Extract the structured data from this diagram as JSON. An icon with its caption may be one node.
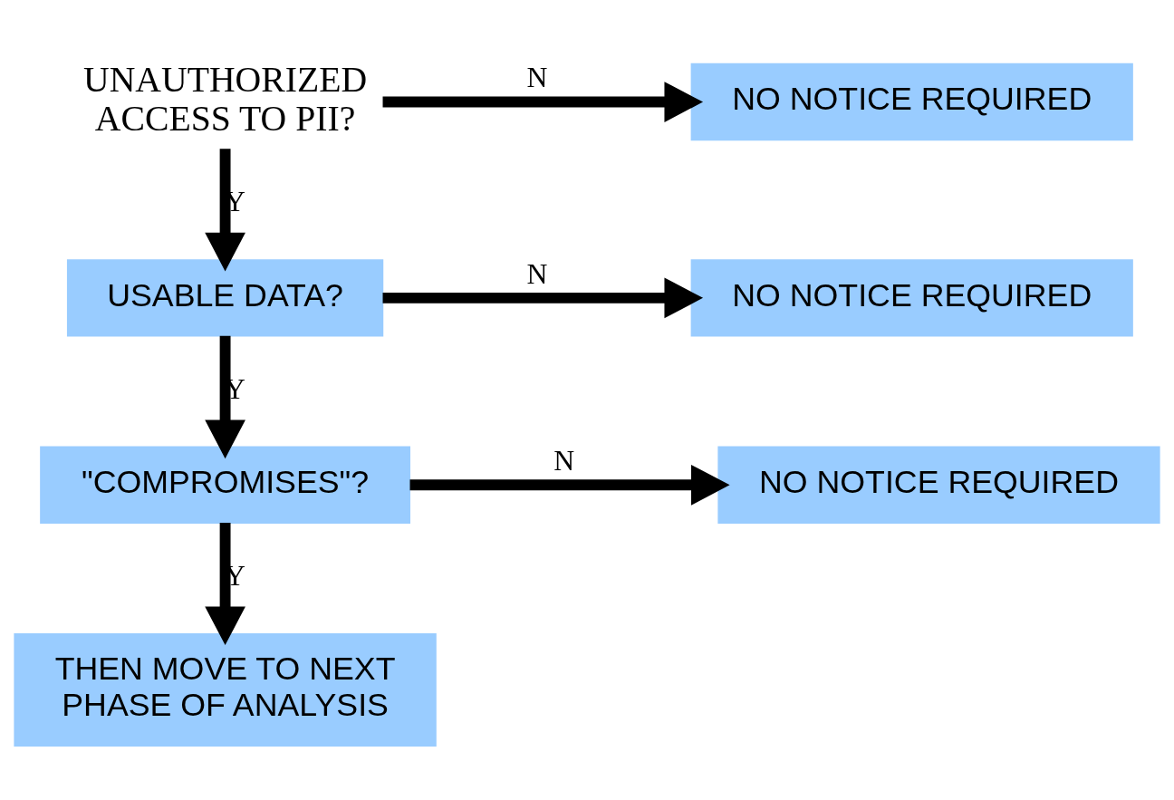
{
  "diagram": {
    "nodes": [
      {
        "text": [
          "UNAUTHORIZED ACCESS TO PII?"
        ]
      },
      {
        "text": [
          "NO NOTICE REQUIRED"
        ]
      },
      {
        "text": [
          "USABLE DATA?"
        ]
      },
      {
        "text": [
          "NO NOTICE REQUIRED"
        ]
      },
      {
        "text": [
          "\"COMPROMISES\"?"
        ]
      },
      {
        "text": [
          "NO NOTICE REQUIRED"
        ]
      },
      {
        "text": [
          "THEN MOVE TO NEXT PHASE OF ANALYSIS"
        ]
      }
    ],
    "edges": [
      {
        "from": 0,
        "to": 1,
        "arrow": "to",
        "label": "N"
      },
      {
        "from": 0,
        "to": 2,
        "arrow": "to",
        "label": "Y"
      },
      {
        "from": 2,
        "to": 3,
        "arrow": "to",
        "label": "N"
      },
      {
        "from": 2,
        "to": 4,
        "arrow": "to",
        "label": "Y"
      },
      {
        "from": 4,
        "to": 5,
        "arrow": "to",
        "label": "N"
      },
      {
        "from": 4,
        "to": 6,
        "arrow": "to",
        "label": "Y"
      }
    ]
  }
}
